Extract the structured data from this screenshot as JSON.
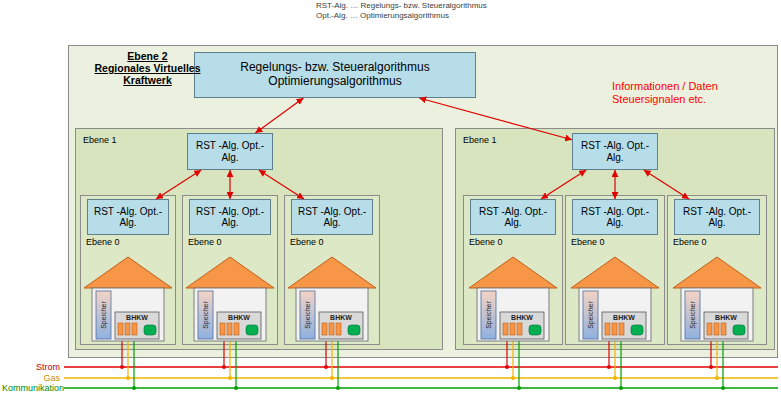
{
  "diagram": {
    "nodes": [
      {
        "text": [
          "Ebene 2",
          "Regionales Virtuelles Kraftwerk"
        ]
      },
      {
        "text": [
          "Regelungs- bzw. Steueralgorithmus Optimierungsalgorithmus"
        ],
        "in": 0
      },
      {
        "text": [
          "Ebene 1"
        ],
        "in": 0
      },
      {
        "text": [
          "RST -Alg. Opt.-Alg."
        ],
        "in": 2
      },
      {
        "text": [
          "Ebene 0"
        ],
        "in": 2
      },
      {
        "text": [
          "RST -Alg. Opt.-Alg."
        ],
        "in": 4
      },
      {
        "text": [
          "Ebene 0"
        ],
        "in": 2
      },
      {
        "text": [
          "RST -Alg. Opt.-Alg."
        ],
        "in": 6
      },
      {
        "text": [
          "Ebene 0"
        ],
        "in": 2
      },
      {
        "text": [
          "RST -Alg. Opt.-Alg."
        ],
        "in": 8
      },
      {
        "text": [
          "Ebene 1"
        ],
        "in": 0
      },
      {
        "text": [
          "RST -Alg. Opt.-Alg."
        ],
        "in": 10
      },
      {
        "text": [
          "Ebene 0"
        ],
        "in": 10
      },
      {
        "text": [
          "RST -Alg. Opt.-Alg."
        ],
        "in": 12
      },
      {
        "text": [
          "Ebene 0"
        ],
        "in": 10
      },
      {
        "text": [
          "RST -Alg. Opt.-Alg."
        ],
        "in": 14
      },
      {
        "text": [
          "Ebene 0"
        ],
        "in": 10
      },
      {
        "text": [
          "RST -Alg. Opt.-Alg."
        ],
        "in": 16
      }
    ],
    "edges": [
      {
        "from": 1,
        "to": 3,
        "arrow": "both"
      },
      {
        "from": 1,
        "to": 11,
        "arrow": "both"
      },
      {
        "from": 3,
        "to": 5,
        "arrow": "both"
      },
      {
        "from": 3,
        "to": 7,
        "arrow": "both"
      },
      {
        "from": 3,
        "to": 9,
        "arrow": "both"
      },
      {
        "from": 11,
        "to": 13,
        "arrow": "both"
      },
      {
        "from": 11,
        "to": 15,
        "arrow": "both"
      },
      {
        "from": 11,
        "to": 17,
        "arrow": "both"
      }
    ],
    "labels": [
      "RST-Alg. … Regelungs- bzw. Steueralgorithmus",
      "Opt.-Alg. … Optimierungsalgorithmus",
      "Informationen / Daten Steuersignalen etc.",
      "Speicher",
      "BHKW",
      "Speicher",
      "BHKW",
      "Speicher",
      "BHKW",
      "Speicher",
      "BHKW",
      "Speicher",
      "BHKW",
      "Speicher",
      "BHKW",
      "Strom",
      "Gas",
      "Kommunikation"
    ]
  }
}
